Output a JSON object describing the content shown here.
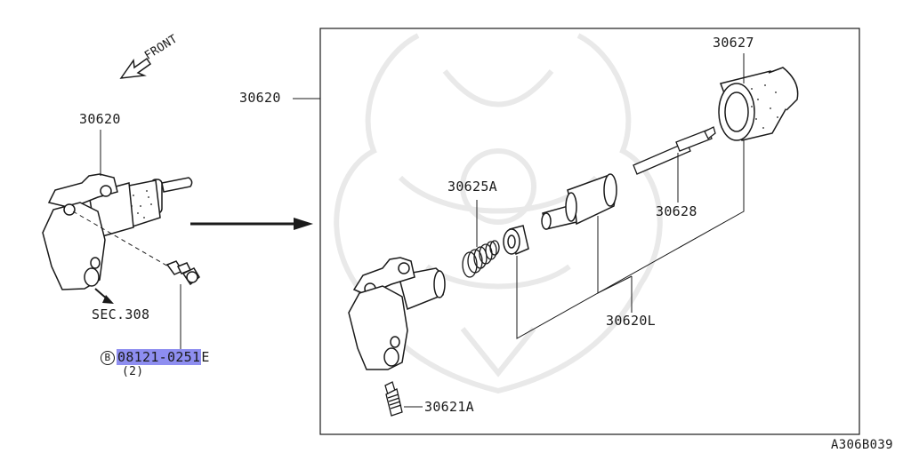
{
  "labels": {
    "front": "FRONT",
    "left_assembly": "30620",
    "sec": "SEC.308",
    "bolt_prefix": "B",
    "bolt_part": "08121-0251",
    "bolt_suffix": "E",
    "bolt_qty": "(2)",
    "box_assembly": "30620",
    "boot": "30627",
    "spring": "30625A",
    "pushrod": "30628",
    "kit": "30620L",
    "bleeder": "30621A"
  },
  "diagram_code": "A306B039",
  "colors": {
    "line": "#1a1a1a",
    "highlight": "#8e8ef0",
    "watermark": "#e9e9e9",
    "background": "#ffffff"
  }
}
